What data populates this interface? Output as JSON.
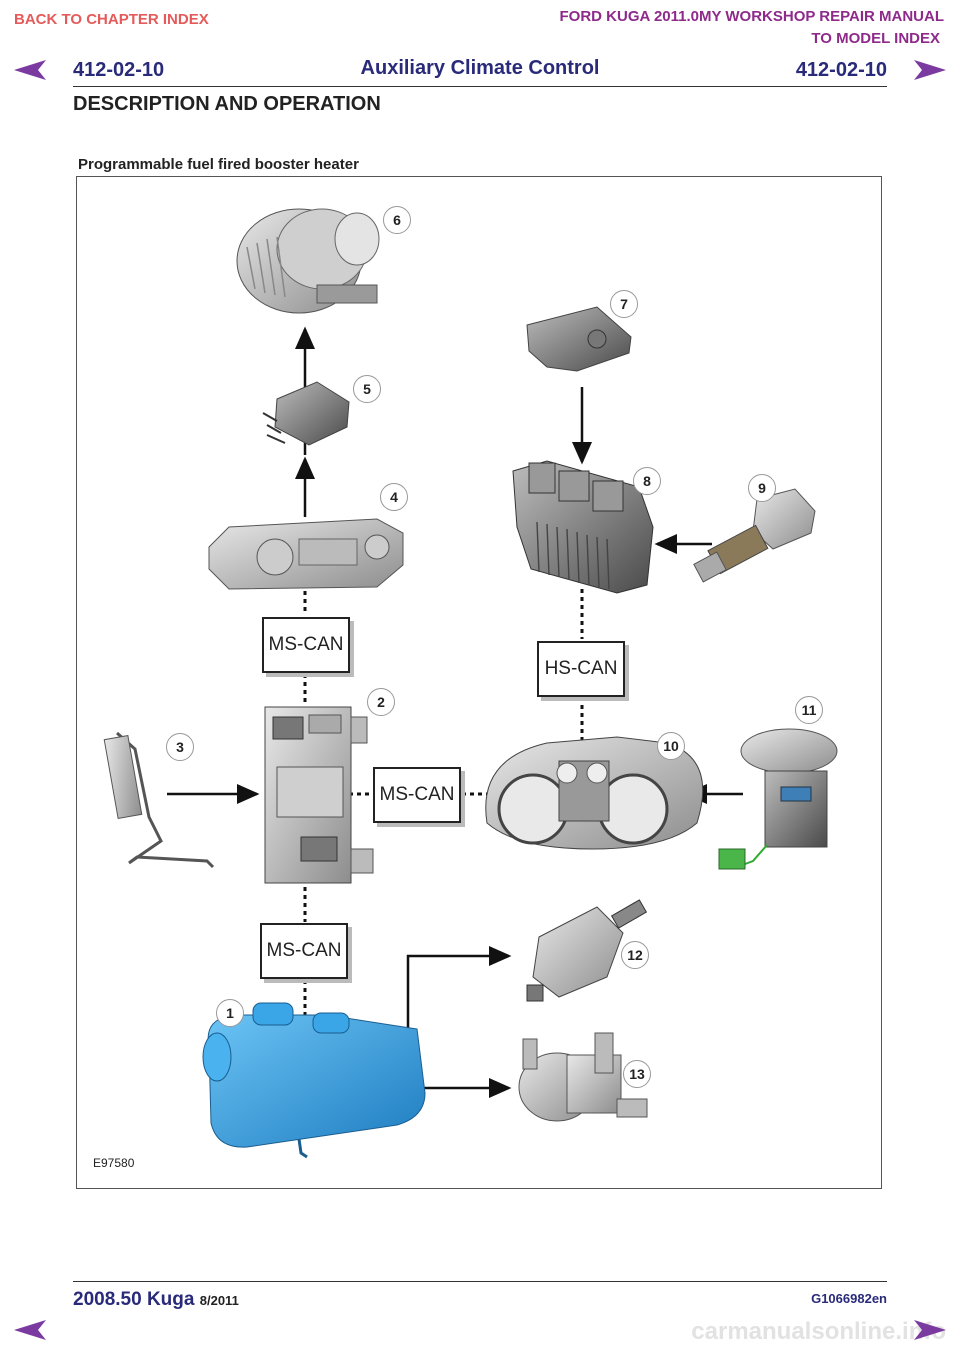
{
  "header": {
    "back_link": "BACK TO CHAPTER INDEX",
    "manual_title": "FORD KUGA 2011.0MY WORKSHOP REPAIR MANUAL",
    "model_link": "TO MODEL INDEX",
    "code_left": "412-02-10",
    "section_title": "Auxiliary Climate Control",
    "code_right": "412-02-10",
    "subheading": "DESCRIPTION AND OPERATION"
  },
  "figure": {
    "caption": "Programmable fuel fired booster heater",
    "id": "E97580",
    "callouts": [
      "1",
      "2",
      "3",
      "4",
      "5",
      "6",
      "7",
      "8",
      "9",
      "10",
      "11",
      "12",
      "13"
    ],
    "bus_labels": {
      "ms_can_top": "MS-CAN",
      "hs_can": "HS-CAN",
      "ms_can_mid": "MS-CAN",
      "ms_can_bottom": "MS-CAN"
    }
  },
  "footer": {
    "model": "2008.50 Kuga",
    "date": "8/2011",
    "doc_code": "G1066982en",
    "watermark": "carmanualsonline.info"
  },
  "colors": {
    "heading": "#2a2a7a",
    "back_link": "#e55a5a",
    "manual_title": "#8d2a8a",
    "heater": "#2f9be0"
  },
  "icons": {
    "prev": "arrow-left-icon",
    "next": "arrow-right-icon"
  }
}
